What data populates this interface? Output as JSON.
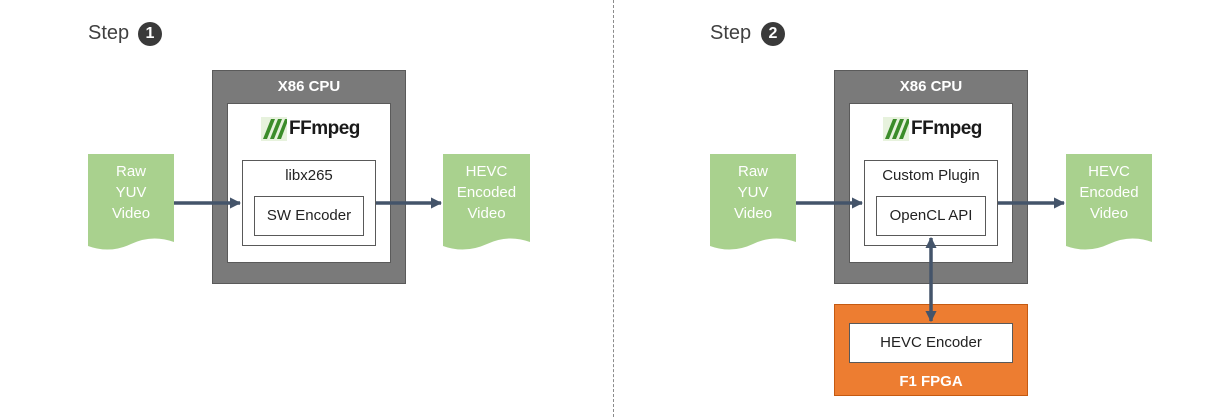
{
  "colors": {
    "doc_green": "#a9d18e",
    "cpu_gray": "#7a7a7a",
    "fpga_orange": "#ed7d31",
    "arrow": "#44546a",
    "ffmpeg_green": "#3b8c2a"
  },
  "step1": {
    "label": "Step",
    "badge": "1",
    "input_doc": [
      "Raw",
      "YUV",
      "Video"
    ],
    "cpu_title": "X86 CPU",
    "ffmpeg_logo": "FFmpeg",
    "lib_title": "libx265",
    "encoder": "SW Encoder",
    "output_doc": [
      "HEVC",
      "Encoded",
      "Video"
    ]
  },
  "step2": {
    "label": "Step",
    "badge": "2",
    "input_doc": [
      "Raw",
      "YUV",
      "Video"
    ],
    "cpu_title": "X86 CPU",
    "ffmpeg_logo": "FFmpeg",
    "plugin_title": "Custom Plugin",
    "api": "OpenCL API",
    "output_doc": [
      "HEVC",
      "Encoded",
      "Video"
    ],
    "fpga_encoder": "HEVC Encoder",
    "fpga_title": "F1 FPGA"
  }
}
